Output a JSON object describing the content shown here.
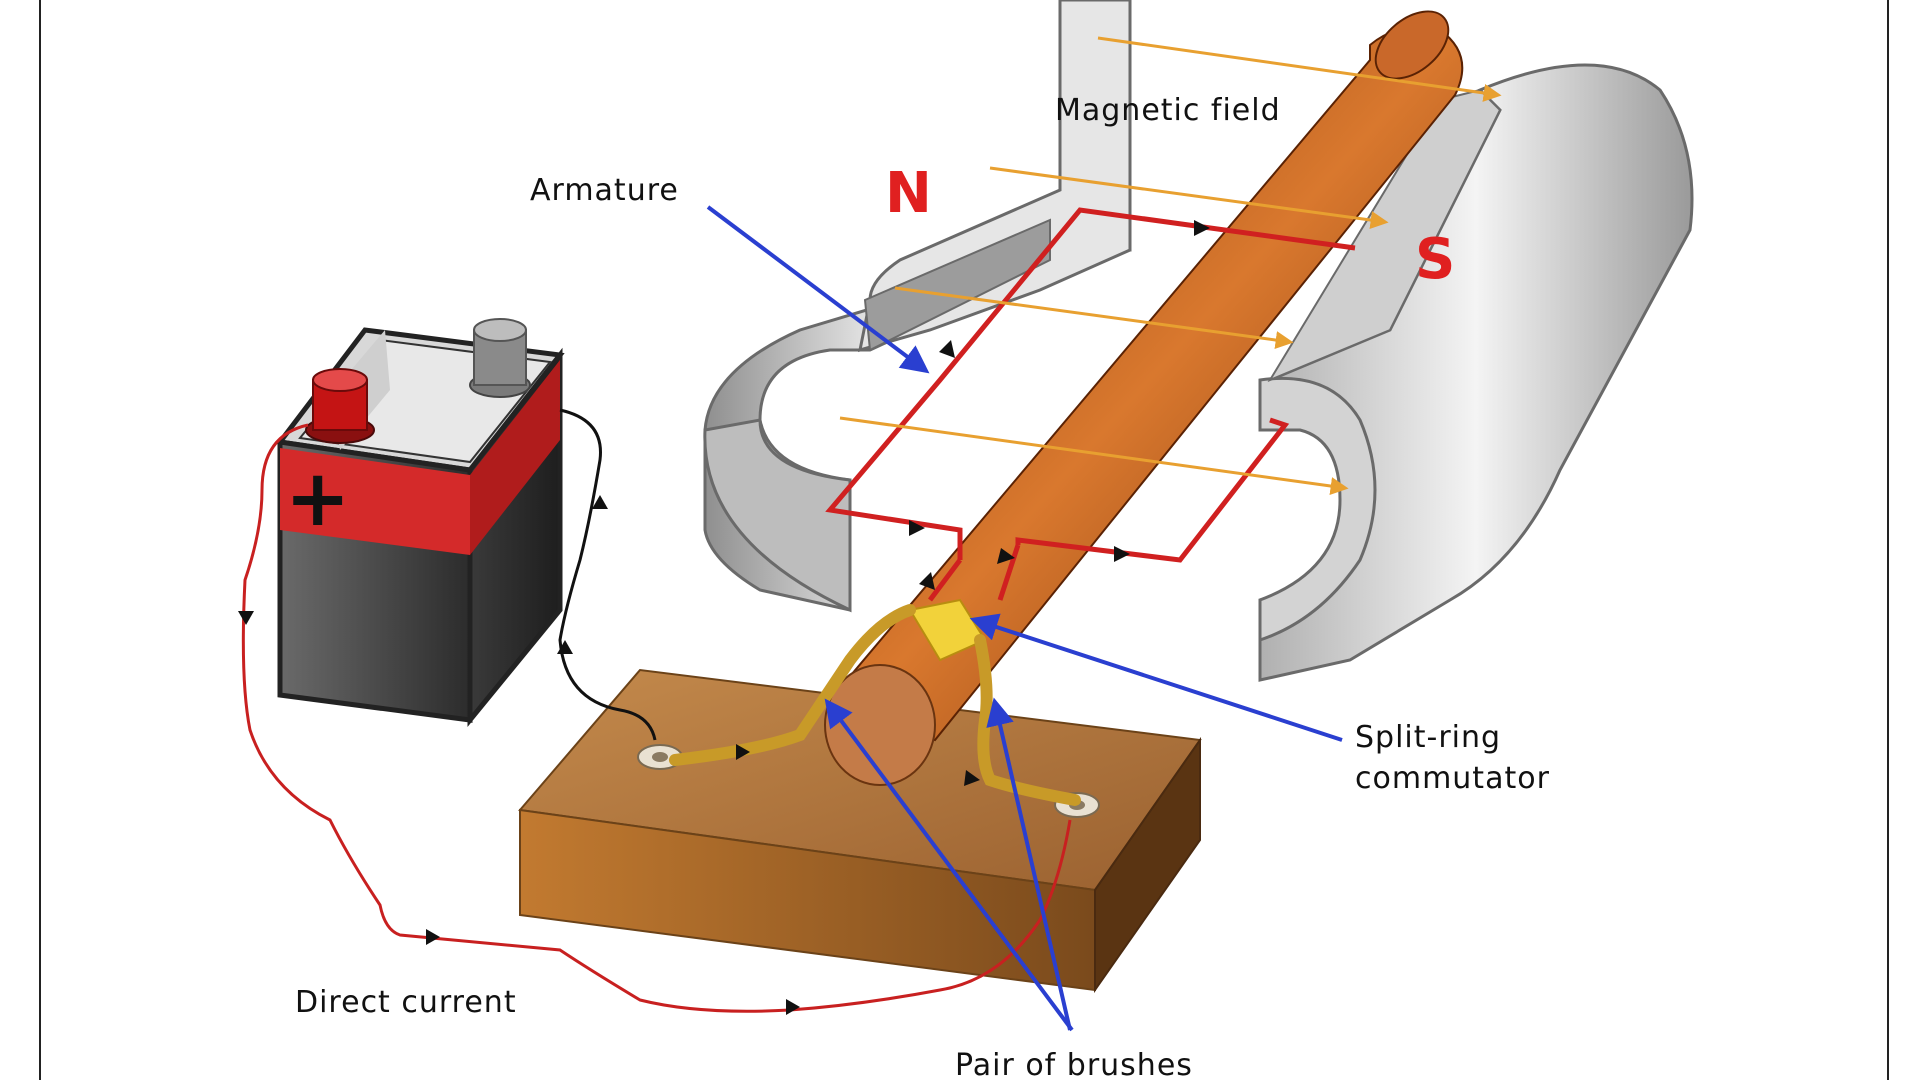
{
  "labels": {
    "magnetic_field": "Magnetic field",
    "armature": "Armature",
    "north": "N",
    "south": "S",
    "plus": "+",
    "commutator_line1": "Split-ring",
    "commutator_line2": "commutator",
    "direct_current": "Direct current",
    "brushes": "Pair of brushes"
  },
  "colors": {
    "pointer": "#2a3fd0",
    "field_lines": "#e8a030",
    "wire": "#d02020",
    "pole_label": "#e02020"
  }
}
